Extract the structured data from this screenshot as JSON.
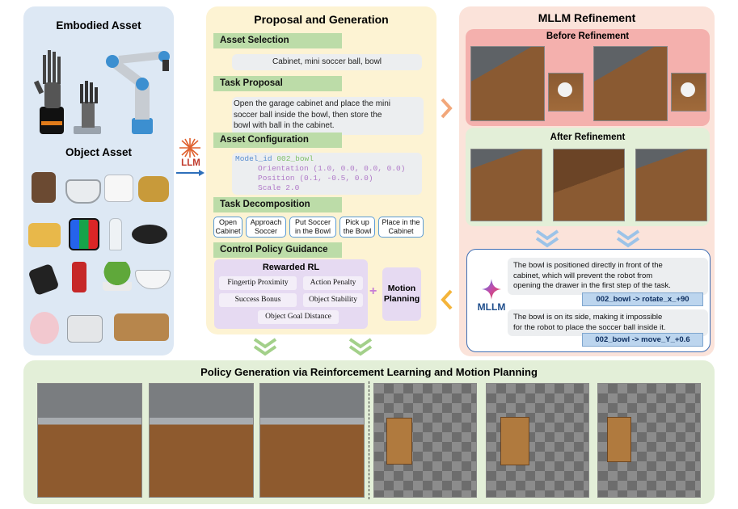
{
  "embodied": {
    "title": "Embodied Asset",
    "object_title": "Object Asset",
    "robots": [
      "dexterous-hand",
      "robot-hand-on-base",
      "robot-arm"
    ],
    "objects": [
      "tissue-box",
      "pot",
      "soap-dispenser",
      "woven-basket",
      "tray",
      "rubiks-cube",
      "wine-glass",
      "frying-pan",
      "dustpan",
      "soda-can",
      "potted-plant",
      "bowl",
      "desk-fan",
      "microwave",
      "book-stand"
    ]
  },
  "llm": {
    "label": "LLM",
    "icon": "llm-spark-icon"
  },
  "proposal": {
    "title": "Proposal and Generation",
    "asset_selection": {
      "header": "Asset Selection",
      "text": "Cabinet, mini soccer ball, bowl"
    },
    "task_proposal": {
      "header": "Task Proposal",
      "lines": [
        "Open the garage cabinet and place the mini",
        "soccer ball inside the bowl, then store the",
        "bowl with ball in the cabinet."
      ]
    },
    "asset_config": {
      "header": "Asset Configuration",
      "model_key": "Model_id",
      "model_val": "002_bowl",
      "orientation_key": "Orientation",
      "orientation_val": "(1.0, 0.0, 0.0, 0.0)",
      "position_key": "Position",
      "position_val": "(0.1, -0.5, 0.0)",
      "scale_key": "Scale",
      "scale_val": "2.0"
    },
    "task_decomposition": {
      "header": "Task Decomposition",
      "steps": [
        [
          "Open",
          "Cabinet"
        ],
        [
          "Approach",
          "Soccer"
        ],
        [
          "Put Soccer",
          "in the Bowl"
        ],
        [
          "Pick up",
          "the Bowl"
        ],
        [
          "Place in the",
          "Cabinet"
        ]
      ]
    },
    "control": {
      "header": "Control Policy Guidance",
      "rl_title": "Rewarded RL",
      "rewards": [
        "Fingertip Proximity",
        "Action Penalty",
        "Success Bonus",
        "Object Stability",
        "Object Goal Distance"
      ],
      "plus": "+",
      "motion": [
        "Motion",
        "Planning"
      ]
    }
  },
  "mllm": {
    "title": "MLLM Refinement",
    "before": "Before Refinement",
    "after": "After Refinement",
    "label": "MLLM",
    "messages": [
      {
        "lines": [
          "The bowl is positioned directly in front of the",
          "cabinet, which will prevent the robot from",
          "opening the drawer in the first step of the task."
        ],
        "code": "002_bowl -> rotate_x_+90"
      },
      {
        "lines": [
          "The bowl is on its side, making it impossible",
          "for the robot to place the soccer ball inside it."
        ],
        "code": "002_bowl -> move_Y_+0.6"
      }
    ]
  },
  "policy": {
    "title": "Policy Generation via Reinforcement Learning and Motion Planning"
  },
  "colors": {
    "blue_panel": "#dde8f4",
    "yellow_panel": "#fdf3d3",
    "pink_panel": "#fbe3da",
    "green_panel": "#e3efd8",
    "accent_blue": "#5b9bd5",
    "accent_orange": "#f4a261"
  }
}
